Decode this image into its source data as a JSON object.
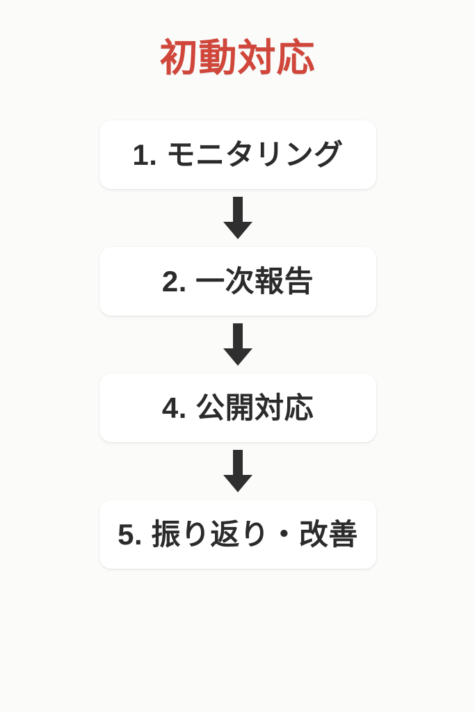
{
  "page": {
    "title": "初動対応",
    "title_color": "#d0463a",
    "background_color": "#fbfbfa",
    "box_color": "#ffffff",
    "text_color": "#2b2b2b",
    "arrow_color": "#2f2f2f"
  },
  "flow": {
    "connector_icon": "arrow-down-icon",
    "steps": [
      {
        "label": "1. モニタリング"
      },
      {
        "label": "2. 一次報告"
      },
      {
        "label": "4. 公開対応"
      },
      {
        "label": "5. 振り返り・改善"
      }
    ]
  }
}
